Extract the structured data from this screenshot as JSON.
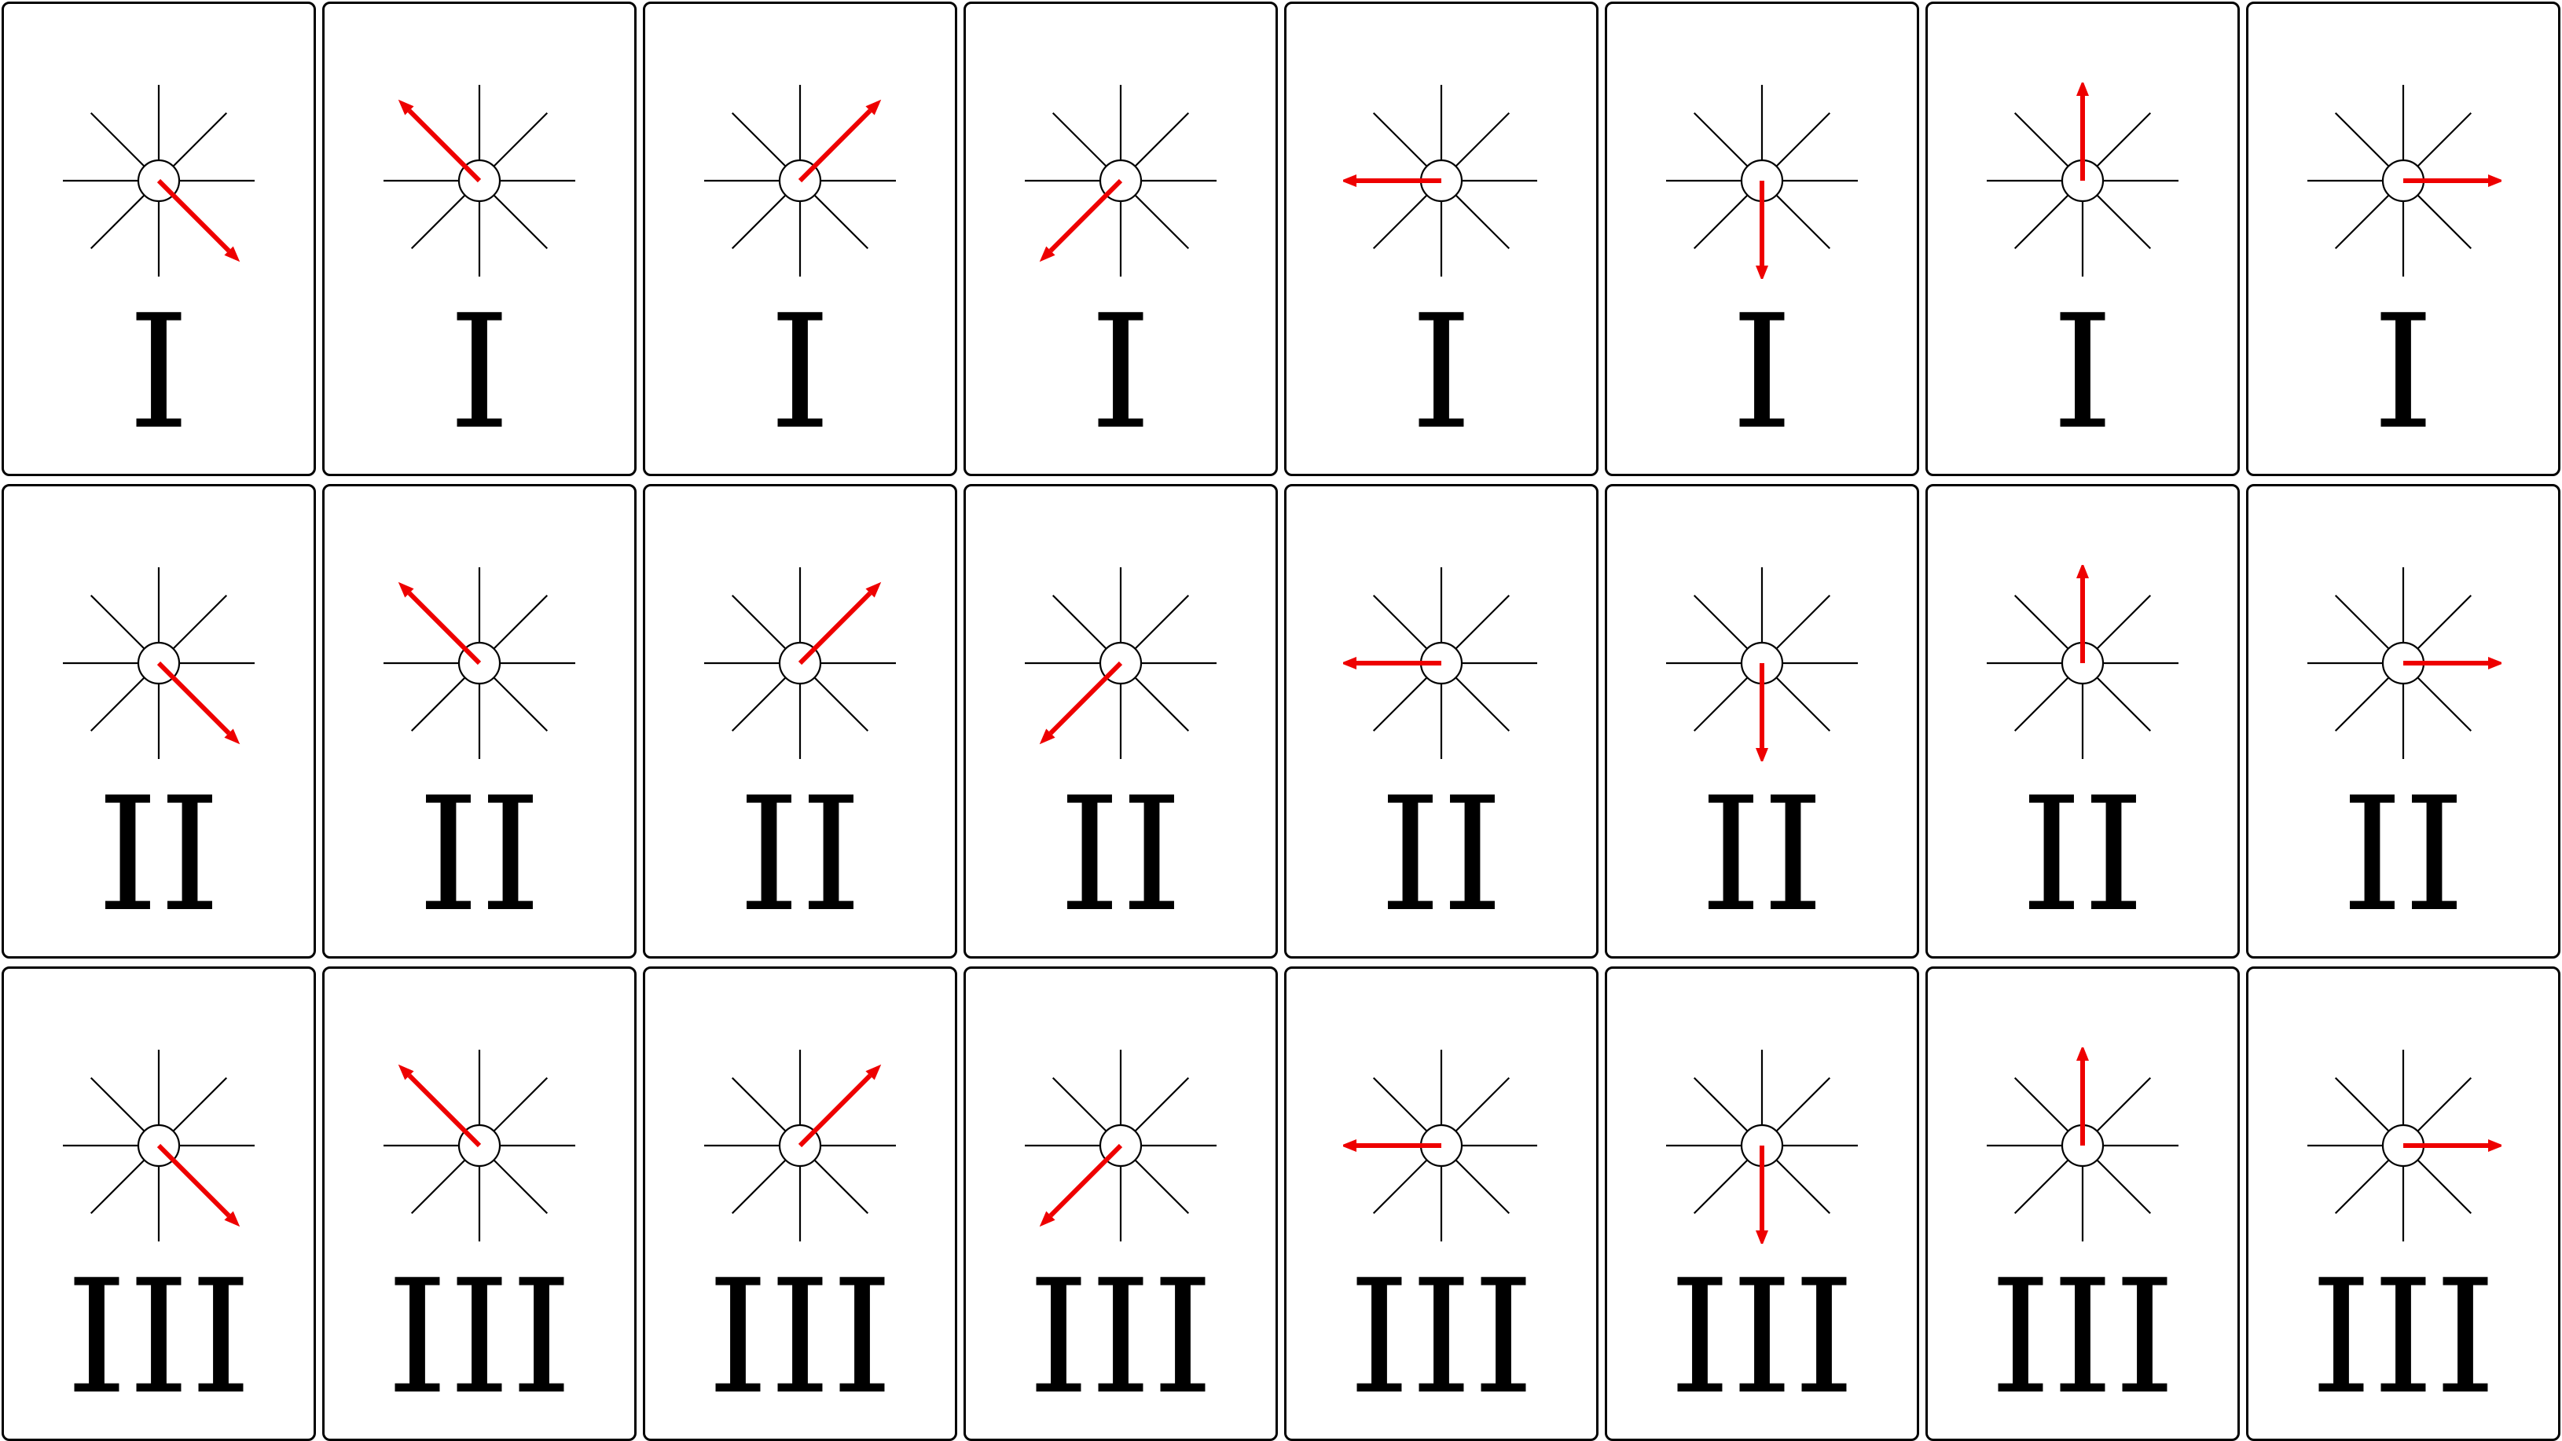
{
  "colors": {
    "arrow": "#ee0000",
    "lines": "#000000",
    "card_border": "#000000",
    "background": "#ffffff"
  },
  "numerals": [
    "I",
    "II",
    "III"
  ],
  "arrow_directions": [
    "down-right",
    "up-left",
    "up-right",
    "down-left",
    "left",
    "down",
    "up",
    "right"
  ],
  "icons": {
    "compass": "eight-spoke-compass-icon",
    "arrow": "direction-arrow-icon"
  }
}
